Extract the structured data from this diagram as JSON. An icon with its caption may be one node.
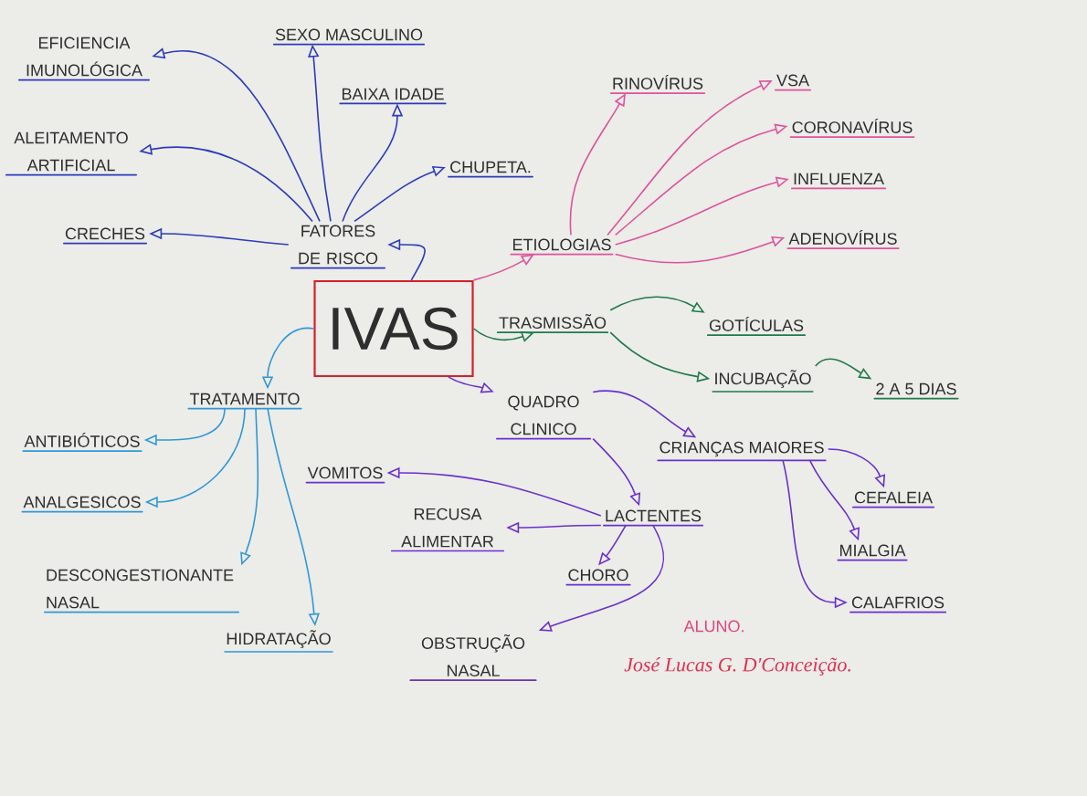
{
  "diagram": {
    "nodes": [
      {
        "text": [
          "IVAS"
        ]
      },
      {
        "text": [
          "FATORES DE RISCO"
        ]
      },
      {
        "text": [
          "EFICIENCIA IMUNOLÓGICA"
        ]
      },
      {
        "text": [
          "SEXO MASCULINO"
        ]
      },
      {
        "text": [
          "BAIXA IDADE"
        ]
      },
      {
        "text": [
          "ALEITAMENTO ARTIFICIAL"
        ]
      },
      {
        "text": [
          "CHUPETA."
        ]
      },
      {
        "text": [
          "CRECHES"
        ]
      },
      {
        "text": [
          "ETIOLOGIAS"
        ]
      },
      {
        "text": [
          "RINOVÍRUS"
        ]
      },
      {
        "text": [
          "VSA"
        ]
      },
      {
        "text": [
          "CORONAVÍRUS"
        ]
      },
      {
        "text": [
          "INFLUENZA"
        ]
      },
      {
        "text": [
          "ADENOVÍRUS"
        ]
      },
      {
        "text": [
          "TRASMISSÃO"
        ]
      },
      {
        "text": [
          "GOTÍCULAS"
        ]
      },
      {
        "text": [
          "INCUBAÇÃO"
        ]
      },
      {
        "text": [
          "2 A 5 DIAS"
        ]
      },
      {
        "text": [
          "TRATAMENTO"
        ]
      },
      {
        "text": [
          "ANTIBIÓTICOS"
        ]
      },
      {
        "text": [
          "ANALGESICOS"
        ]
      },
      {
        "text": [
          "DESCONGESTIONANTE NASAL"
        ]
      },
      {
        "text": [
          "HIDRATAÇÃO"
        ]
      },
      {
        "text": [
          "QUADRO CLINICO"
        ]
      },
      {
        "text": [
          "CRIANÇAS MAIORES"
        ]
      },
      {
        "text": [
          "CEFALEIA"
        ]
      },
      {
        "text": [
          "MIALGIA"
        ]
      },
      {
        "text": [
          "CALAFRIOS"
        ]
      },
      {
        "text": [
          "LACTENTES"
        ]
      },
      {
        "text": [
          "VOMITOS"
        ]
      },
      {
        "text": [
          "RECUSA ALIMENTAR"
        ]
      },
      {
        "text": [
          "CHORO"
        ]
      },
      {
        "text": [
          "OBSTRUÇÃO NASAL"
        ]
      }
    ],
    "edges": [
      {
        "from": 0,
        "to": 1,
        "arrow": "to",
        "color": "#2b3bbd"
      },
      {
        "from": 1,
        "to": 2,
        "arrow": "to",
        "color": "#2b3bbd"
      },
      {
        "from": 1,
        "to": 3,
        "arrow": "to",
        "color": "#2b3bbd"
      },
      {
        "from": 1,
        "to": 4,
        "arrow": "to",
        "color": "#2b3bbd"
      },
      {
        "from": 1,
        "to": 5,
        "arrow": "to",
        "color": "#2b3bbd"
      },
      {
        "from": 1,
        "to": 6,
        "arrow": "to",
        "color": "#2b3bbd"
      },
      {
        "from": 1,
        "to": 7,
        "arrow": "to",
        "color": "#2b3bbd"
      },
      {
        "from": 0,
        "to": 8,
        "arrow": "to",
        "color": "#e0529a"
      },
      {
        "from": 8,
        "to": 9,
        "arrow": "to",
        "color": "#e0529a"
      },
      {
        "from": 8,
        "to": 10,
        "arrow": "to",
        "color": "#e0529a"
      },
      {
        "from": 8,
        "to": 11,
        "arrow": "to",
        "color": "#e0529a"
      },
      {
        "from": 8,
        "to": 12,
        "arrow": "to",
        "color": "#e0529a"
      },
      {
        "from": 8,
        "to": 13,
        "arrow": "to",
        "color": "#e0529a"
      },
      {
        "from": 0,
        "to": 14,
        "arrow": "to",
        "color": "#1f7a48"
      },
      {
        "from": 14,
        "to": 15,
        "arrow": "to",
        "color": "#1f7a48"
      },
      {
        "from": 14,
        "to": 16,
        "arrow": "to",
        "color": "#1f7a48"
      },
      {
        "from": 16,
        "to": 17,
        "arrow": "to",
        "color": "#1f7a48"
      },
      {
        "from": 0,
        "to": 18,
        "arrow": "to",
        "color": "#2f98d6"
      },
      {
        "from": 18,
        "to": 19,
        "arrow": "to",
        "color": "#2f98d6"
      },
      {
        "from": 18,
        "to": 20,
        "arrow": "to",
        "color": "#2f98d6"
      },
      {
        "from": 18,
        "to": 21,
        "arrow": "to",
        "color": "#2f98d6"
      },
      {
        "from": 18,
        "to": 22,
        "arrow": "to",
        "color": "#2f98d6"
      },
      {
        "from": 0,
        "to": 23,
        "arrow": "to"
      },
      {
        "from": 23,
        "to": 24,
        "arrow": "to"
      },
      {
        "from": 23,
        "to": 28,
        "arrow": "to"
      },
      {
        "from": 24,
        "to": 25,
        "arrow": "to"
      },
      {
        "from": 24,
        "to": 26,
        "arrow": "to"
      },
      {
        "from": 24,
        "to": 27,
        "arrow": "to"
      },
      {
        "from": 28,
        "to": 29,
        "arrow": "to"
      },
      {
        "from": 28,
        "to": 30,
        "arrow": "to"
      },
      {
        "from": 28,
        "to": 31,
        "arrow": "to"
      },
      {
        "from": 28,
        "to": 32,
        "arrow": "to"
      }
    ],
    "labels": [
      "ALUNO.",
      "José Lucas G. D'Conceição."
    ]
  }
}
